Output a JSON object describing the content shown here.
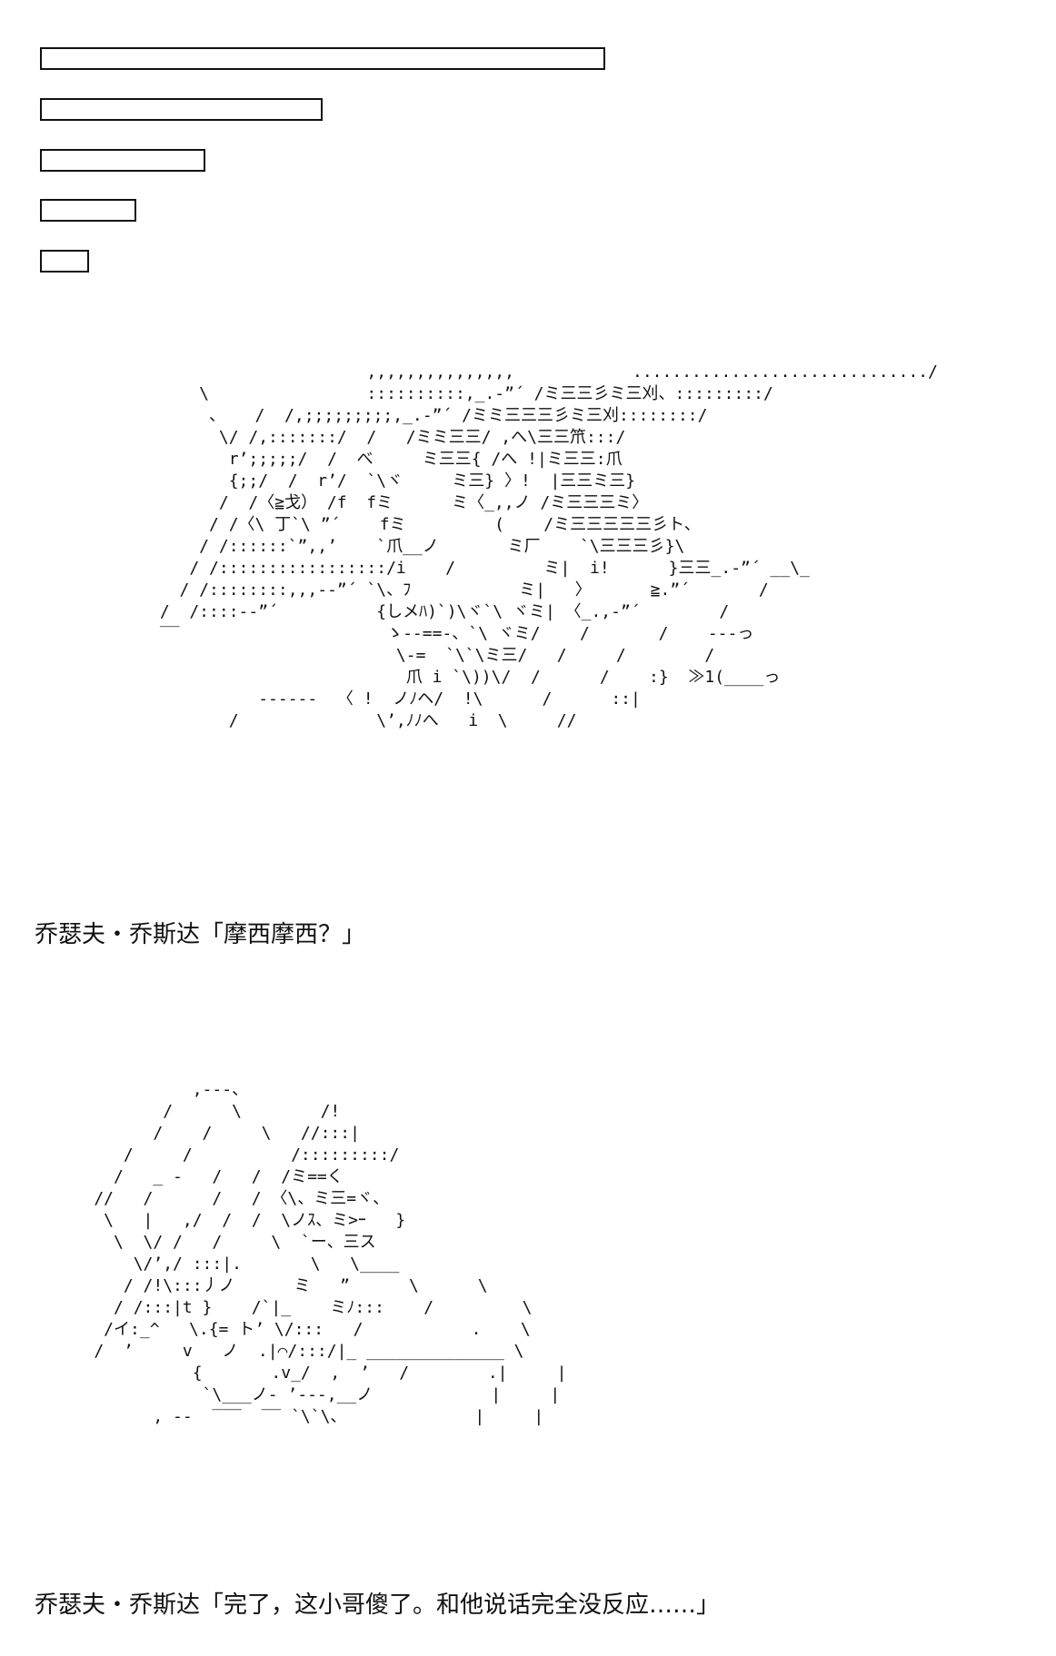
{
  "colors": {
    "background": "#ffffff",
    "ink": "#111111"
  },
  "header_bars": [
    {
      "name": "bar-1"
    },
    {
      "name": "bar-2"
    },
    {
      "name": "bar-3"
    },
    {
      "name": "bar-4"
    },
    {
      "name": "bar-5"
    }
  ],
  "panel_1": {
    "ascii_art": "                      ,,,,,,,,,,,,,,,            ............................../\n     \\                ::::::::::,_.-”´ /ミ三三彡ミ三刈、:::::::::/\n      、   /  /,;;;;;;;;;,_.-”´ /ミミ三三三彡ミ三刈::::::::/\n       \\/ /,:::::::/  /   /ミミ三三/ ,へ\\三三笊:::/\n        r’;;;;;/  /  べ     ミ三三{ /へ !|ミ三三:爪\n        {;;/  /  r’/  `\\ヾ     ミ三} 〉!  |三三ミ三}\n       /  /〈≧戈） /f  fミ      ミ〈_,,ノ /ミ三三三ミ〉\n      / /〈\\ 丁`\\ ”´    fミ         (    /ミ三三三三三彡ト、\n     / /::::::`”,,’    `爪__ノ       ミ厂    `\\三三三彡}\\\n    / /:::::::::::::::::/i    /         ミ|  i!      }三三_.-”´ __\\_\n   / /::::::::,,,--”´ `\\、ﾌ           ミ|   〉      ≧.”´       /\n /  /::::--”´          {しメﾊ)`)\\ヾ`\\ ヾミ| 〈_.,-”´        /\n ‾‾                     ゝ--==-、`\\ ヾミ/    /       /    ‐--っ\n                         \\‐=  `\\`\\ミ三/   /     /        /\n                          爪 i `\\))\\/  /      /    :}  ≫1(____っ\n           --‐‐‐‐  〈 !  ノﾉヘ/  !\\      /      ::|\n        /              \\’,ﾉﾉへ   i  \\     //",
    "caption": "乔瑟夫・乔斯达「摩西摩西？」"
  },
  "panel_2": {
    "ascii_art": "              ,‐‐‐、\n           /      \\        /!\n          /    /     \\   //:::|\n       /     /          /:::::::::/\n      /   _ ‐   /   /  /ミ==く\n    //   /      /   / 〈\\、ミ三=ヾ、\n     \\   |   ,/  /  /  \\ノｽ、ミ>ｰ   }\n      \\  \\/ /   /     \\  `ー、三ス\n        \\/’,/ :::|.       \\   \\____\n       / /!\\:::丿ノ      ミ   ”      \\      \\\n      / /:::|t }    /`|_    ミﾉ:::    /         \\\n     /イ:_^   \\.{= ト’ \\/:::   /           .    \\\n    /  ’     v   ノ  .|⌒/:::/|_ ______________ \\\n              {       .v_/  ,  ’   /        .|     |\n               `\\___ノ‐ ’‐‐‐,__ノ            |     |\n          , --  ‾‾‾  ‾‾ `\\`\\、             |     |",
    "caption": "乔瑟夫・乔斯达「完了，这小哥傻了。和他说话完全没反应……」"
  }
}
